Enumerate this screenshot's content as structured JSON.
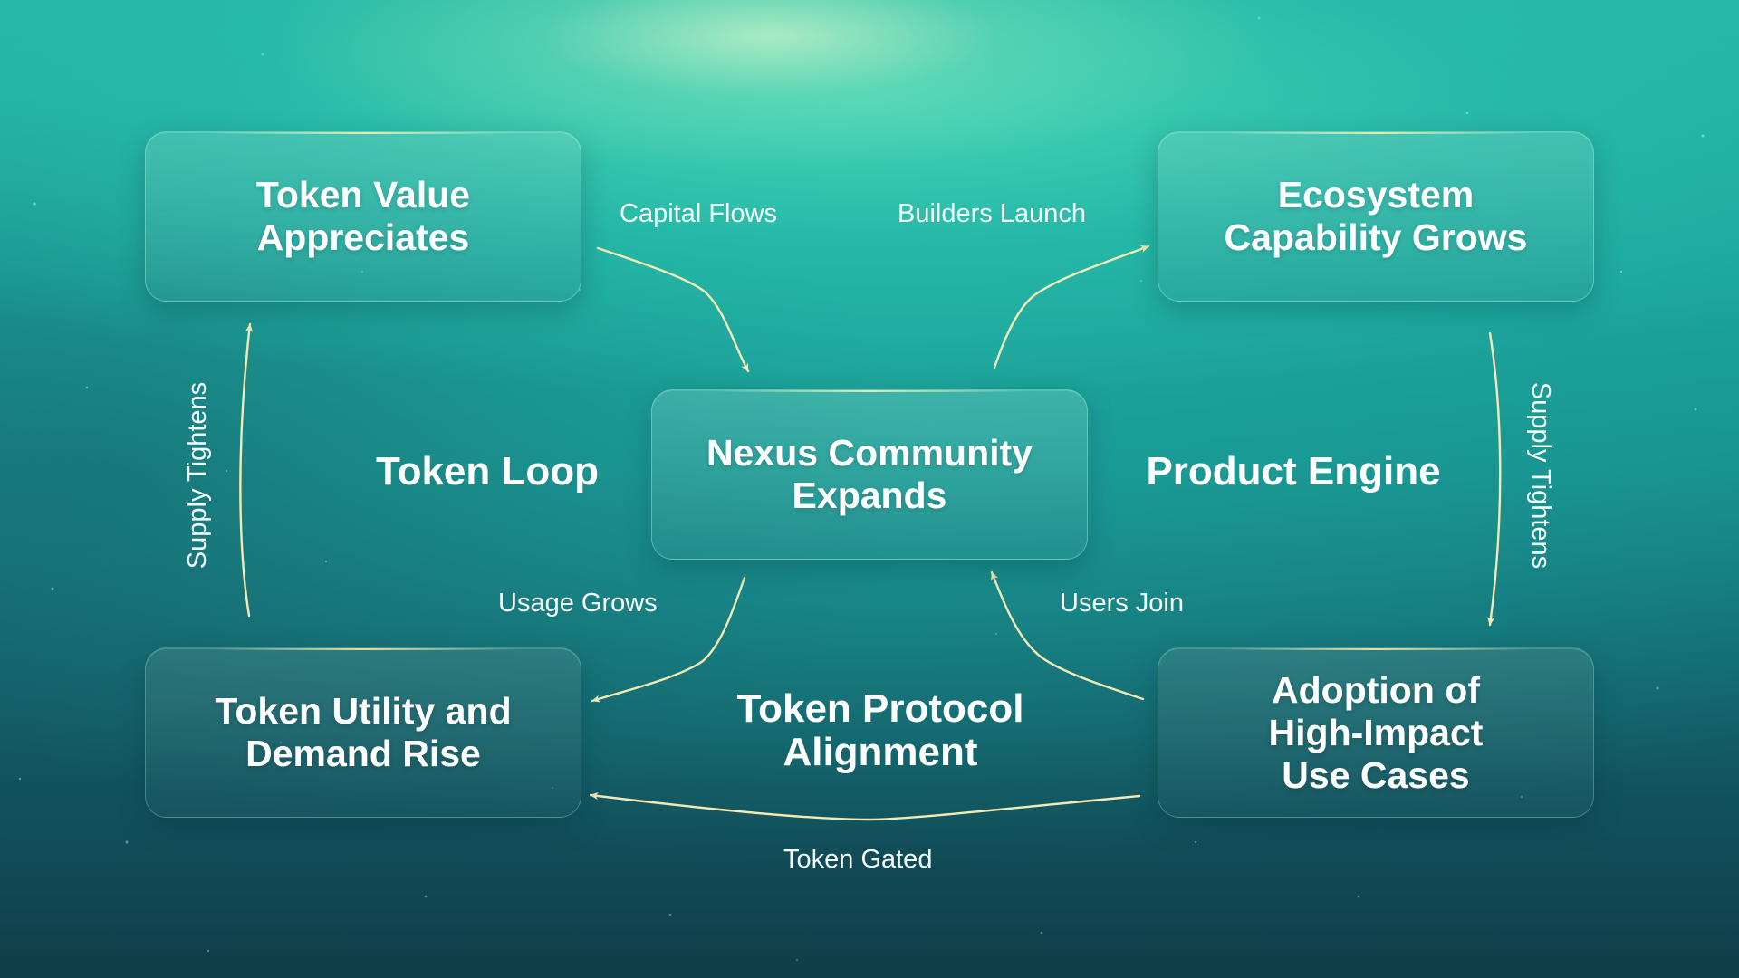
{
  "colors": {
    "arrow": "#f3e9b4",
    "text": "#ffffff",
    "box_border": "#96f0e1",
    "box_glow": "#fff0aa"
  },
  "nodes": {
    "token_value": {
      "title": "Token Value\nAppreciates"
    },
    "ecosystem": {
      "title": "Ecosystem\nCapability Grows"
    },
    "community": {
      "title": "Nexus Community\nExpands"
    },
    "token_utility": {
      "title": "Token Utility and\nDemand Rise"
    },
    "adoption": {
      "title": "Adoption of\nHigh-Impact\nUse Cases"
    }
  },
  "loops": {
    "token_loop": "Token Loop",
    "product_engine": "Product Engine",
    "token_protocol": "Token Protocol\nAlignment"
  },
  "edges": {
    "capital_flows": "Capital Flows",
    "builders_launch": "Builders Launch",
    "usage_grows": "Usage Grows",
    "users_join": "Users Join",
    "token_gated": "Token Gated",
    "supply_tightens_left": "Supply Tightens",
    "supply_tightens_right": "Supply Tightens"
  }
}
